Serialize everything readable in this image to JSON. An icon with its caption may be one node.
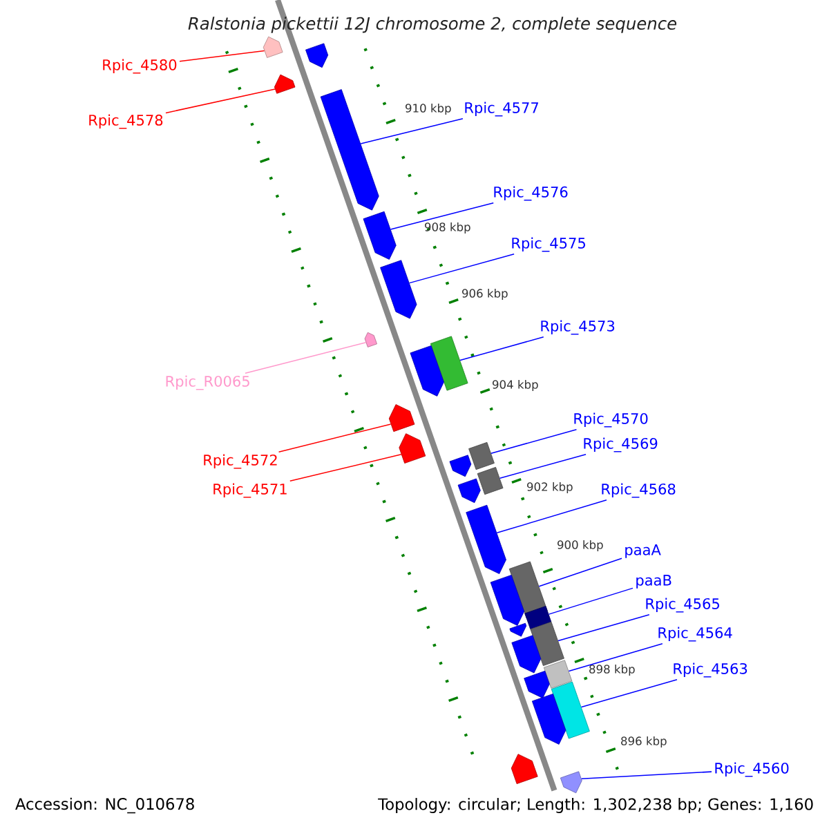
{
  "diagram": {
    "title": "Ralstonia pickettii 12J chromosome 2, complete sequence",
    "nodes": [
      {
        "text": [
          "Rpic_4580"
        ]
      },
      {
        "text": [],
        "shape": "arrow"
      },
      {
        "text": [
          "Rpic_4577"
        ]
      },
      {
        "text": [],
        "shape": "arrow"
      },
      {
        "text": [
          "Rpic_4578"
        ]
      },
      {
        "text": [],
        "shape": "arrow"
      },
      {
        "text": [
          "Rpic_4576"
        ]
      },
      {
        "text": [],
        "shape": "arrow"
      },
      {
        "text": [
          "Rpic_4575"
        ]
      },
      {
        "text": [],
        "shape": "arrow"
      },
      {
        "text": [
          "Rpic_4573"
        ]
      },
      {
        "text": [],
        "shape": "box"
      },
      {
        "text": [
          "Rpic_R0065"
        ]
      },
      {
        "text": [],
        "shape": "arrow"
      },
      {
        "text": [
          "Rpic_4570"
        ]
      },
      {
        "text": [],
        "shape": "box"
      },
      {
        "text": [
          "Rpic_4569"
        ]
      },
      {
        "text": [],
        "shape": "box"
      },
      {
        "text": [
          "Rpic_4572"
        ]
      },
      {
        "text": [],
        "shape": "arrow"
      },
      {
        "text": [
          "Rpic_4571"
        ]
      },
      {
        "text": [],
        "shape": "arrow"
      },
      {
        "text": [
          "Rpic_4568"
        ]
      },
      {
        "text": [],
        "shape": "arrow"
      },
      {
        "text": [
          "paaA"
        ]
      },
      {
        "text": [],
        "shape": "box"
      },
      {
        "text": [
          "paaB"
        ]
      },
      {
        "text": [],
        "shape": "box"
      },
      {
        "text": [
          "Rpic_4565"
        ]
      },
      {
        "text": [],
        "shape": "box"
      },
      {
        "text": [
          "Rpic_4564"
        ]
      },
      {
        "text": [],
        "shape": "box"
      },
      {
        "text": [
          "Rpic_4563"
        ]
      },
      {
        "text": [],
        "shape": "box"
      },
      {
        "text": [
          "Rpic_4560"
        ]
      },
      {
        "text": [],
        "shape": "arrow"
      },
      {
        "text": [],
        "shape": "arrow"
      },
      {
        "text": [],
        "shape": "arrow"
      },
      {
        "text": [],
        "shape": "arrow"
      },
      {
        "text": [],
        "shape": "arrow"
      },
      {
        "text": [],
        "shape": "arrow"
      },
      {
        "text": [],
        "shape": "arrow"
      },
      {
        "text": [],
        "shape": "arrow"
      },
      {
        "text": [],
        "shape": "arrow"
      },
      {
        "text": [],
        "shape": "arrow"
      },
      {
        "text": [],
        "shape": "arrow"
      }
    ],
    "edges": [
      {
        "from": 0,
        "to": 1,
        "arrow": "none",
        "color": "#ff0000"
      },
      {
        "from": 2,
        "to": 3,
        "arrow": "none"
      },
      {
        "from": 4,
        "to": 5,
        "arrow": "none",
        "color": "#ff0000"
      },
      {
        "from": 6,
        "to": 7,
        "arrow": "none"
      },
      {
        "from": 8,
        "to": 9,
        "arrow": "none"
      },
      {
        "from": 10,
        "to": 11,
        "arrow": "none"
      },
      {
        "from": 12,
        "to": 13,
        "arrow": "none",
        "color": "#ff99cc"
      },
      {
        "from": 14,
        "to": 15,
        "arrow": "none"
      },
      {
        "from": 16,
        "to": 17,
        "arrow": "none"
      },
      {
        "from": 18,
        "to": 19,
        "arrow": "none",
        "color": "#ff0000"
      },
      {
        "from": 20,
        "to": 21,
        "arrow": "none",
        "color": "#ff0000"
      },
      {
        "from": 22,
        "to": 23,
        "arrow": "none"
      },
      {
        "from": 24,
        "to": 25,
        "arrow": "none"
      },
      {
        "from": 26,
        "to": 27,
        "arrow": "none"
      },
      {
        "from": 28,
        "to": 29,
        "arrow": "none"
      },
      {
        "from": 30,
        "to": 31,
        "arrow": "none"
      },
      {
        "from": 32,
        "to": 33,
        "arrow": "none"
      },
      {
        "from": 34,
        "to": 35,
        "arrow": "none"
      }
    ],
    "labels": [
      "910 kbp",
      "908 kbp",
      "906 kbp",
      "904 kbp",
      "902 kbp",
      "900 kbp",
      "898 kbp",
      "896 kbp",
      "Accession: NC_010678",
      "Topology: circular; Length: 1,302,238 bp; Genes: 1,160"
    ]
  }
}
